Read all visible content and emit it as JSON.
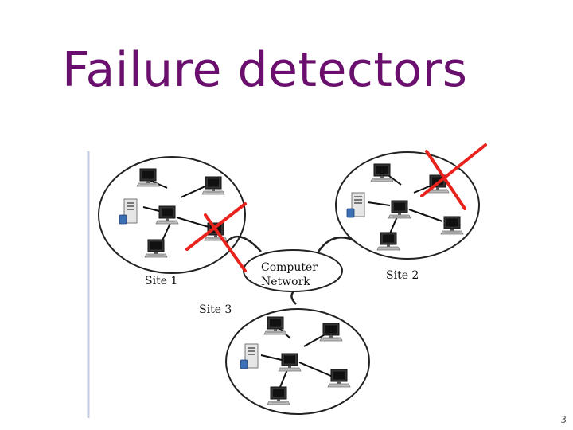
{
  "slide": {
    "title": "Failure detectors",
    "page_number": "3"
  },
  "diagram": {
    "network_label_line1": "Computer",
    "network_label_line2": "Network",
    "sites": [
      {
        "label": "Site 1"
      },
      {
        "label": "Site 2"
      },
      {
        "label": "Site 3"
      }
    ],
    "failure_mark_color": "#e8231d",
    "title_color": "#6a0f6e"
  }
}
